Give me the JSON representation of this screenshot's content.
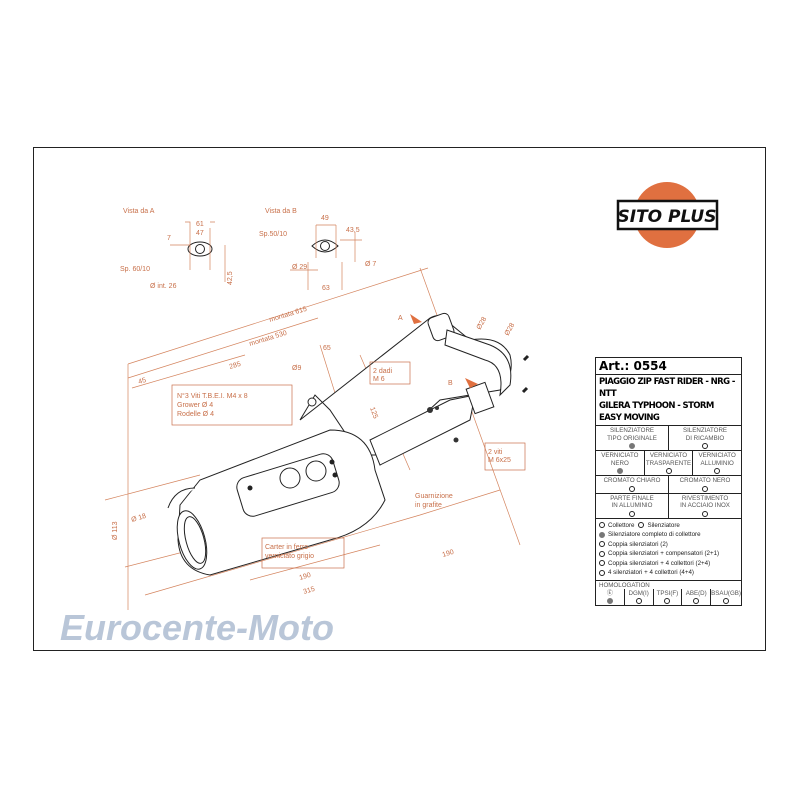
{
  "logo": {
    "text": "SITO PLUS",
    "circle_color": "#e07040"
  },
  "watermark": "Eurocente-Moto",
  "views": {
    "view_a": {
      "title": "Vista da A",
      "d61": "61",
      "d47": "47",
      "d7": "7",
      "thickness": "Sp. 60/10",
      "inner": "Ø int. 26",
      "d42": "42,5"
    },
    "view_b": {
      "title": "Vista da B",
      "d49": "49",
      "d43": "43,5",
      "thickness": "Sp.50/10",
      "d29": "Ø 29",
      "d7": "Ø 7",
      "d63": "63"
    }
  },
  "dimensions": {
    "montata615": "montata 615",
    "montata530": "montata 530",
    "d285": "285",
    "d45": "45",
    "d65": "65",
    "d9": "Ø9",
    "d28a": "Ø28",
    "d28b": "Ø28",
    "d125": "125",
    "d18": "Ø 18",
    "d113": "Ø 113",
    "d190a": "190",
    "d315": "315",
    "d190b": "190",
    "label_a": "A",
    "label_b": "B"
  },
  "notes": {
    "screws": [
      "N°3 Viti T.B.E.I. M4 x 8",
      "Grower Ø 4",
      "Rodelle Ø 4"
    ],
    "nuts": [
      "2 dadi",
      "M 6"
    ],
    "bolts": [
      "2 viti",
      "M 6x25"
    ],
    "gasket": [
      "Guarnizione",
      "in grafite"
    ],
    "carter": [
      "Carter in ferro",
      "verniciato grigio"
    ]
  },
  "spec": {
    "article": "Art.: 0554",
    "models": [
      "PIAGGIO ZIP FAST RIDER - NRG - NTT",
      "GILERA TYPHOON - STORM",
      "EASY MOVING"
    ],
    "silencer_type": [
      {
        "label": [
          "SILENZIATORE",
          "TIPO ORIGINALE"
        ],
        "selected": true
      },
      {
        "label": [
          "SILENZIATORE",
          "DI RICAMBIO"
        ],
        "selected": false
      }
    ],
    "finish": [
      {
        "label": [
          "VERNICIATO",
          "NERO"
        ],
        "selected": true
      },
      {
        "label": [
          "VERNICIATO",
          "TRASPARENTE"
        ],
        "selected": false
      },
      {
        "label": [
          "VERNICIATO",
          "ALLUMINIO"
        ],
        "selected": false
      }
    ],
    "chrome": [
      {
        "label": [
          "CROMATO CHIARO"
        ],
        "selected": false
      },
      {
        "label": [
          "CROMATO NERO"
        ],
        "selected": false
      }
    ],
    "end": [
      {
        "label": [
          "PARTE FINALE",
          "IN ALLUMINIO"
        ],
        "selected": false
      },
      {
        "label": [
          "RIVESTIMENTO",
          "IN ACCIAIO INOX"
        ],
        "selected": false
      }
    ],
    "components": {
      "collettore": {
        "label": "Collettore",
        "selected": false
      },
      "silenziatore": {
        "label": "Silenziatore",
        "selected": false
      },
      "items": [
        {
          "label": "Silenziatore completo di collettore",
          "selected": true
        },
        {
          "label": "Coppia silenziatori (2)",
          "selected": false
        },
        {
          "label": "Coppia silenziatori + compensatori (2+1)",
          "selected": false
        },
        {
          "label": "Coppia silenziatori + 4 collettori (2+4)",
          "selected": false
        },
        {
          "label": "4 silenziatori + 4 collettori (4+4)",
          "selected": false
        }
      ]
    },
    "homologation": {
      "title": "HOMOLOGATION",
      "items": [
        {
          "label": "Ⓔ",
          "selected": true
        },
        {
          "label": "DGM(I)",
          "selected": false
        },
        {
          "label": "TPSI(F)",
          "selected": false
        },
        {
          "label": "ABE(D)",
          "selected": false
        },
        {
          "label": "BSAU(GB)",
          "selected": false
        }
      ]
    }
  }
}
